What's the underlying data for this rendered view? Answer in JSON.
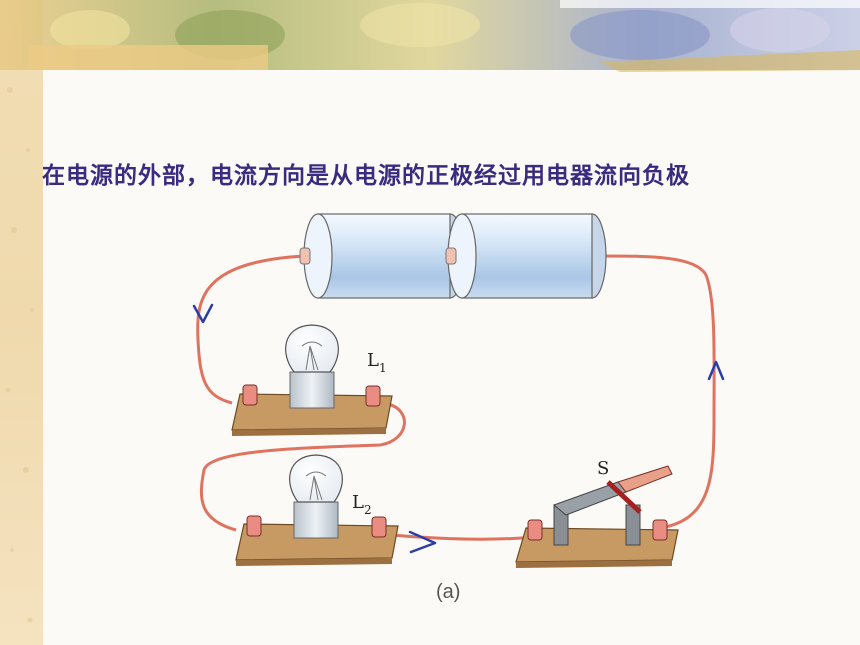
{
  "slide": {
    "caption": "在电源的外部，电流方向是从电源的正极经过用电器流向负极"
  },
  "diagram": {
    "lamp1_label": "L",
    "lamp1_sub": "1",
    "lamp2_label": "L",
    "lamp2_sub": "2",
    "switch_label": "S",
    "figure_label": "(a)"
  },
  "colors": {
    "wire": "#e0735f",
    "arrow": "#2b3ea8",
    "caption": "#3a2a80",
    "switch_marker": "#a52020",
    "board": "#c79a64"
  },
  "icons": [
    "battery-icon",
    "bulb-icon",
    "knife-switch-icon",
    "arrow-chevron-icon"
  ]
}
